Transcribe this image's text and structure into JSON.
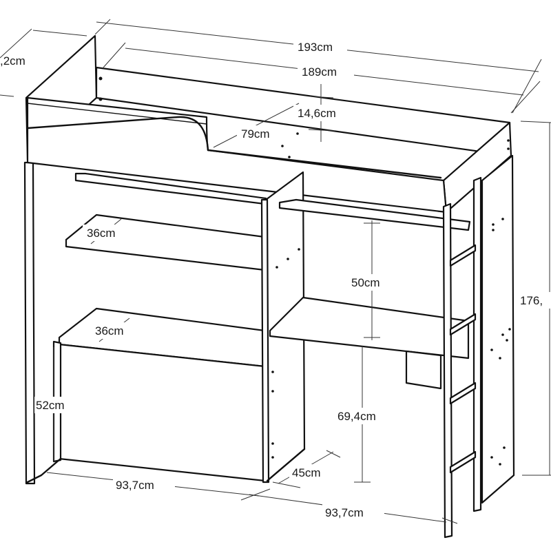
{
  "dimensions": {
    "depth_partial": ",2cm",
    "total_width": "193cm",
    "inner_width": "189cm",
    "guard_height": "14,6cm",
    "opening_width": "79cm",
    "shelf_depth_upper": "36cm",
    "shelf_depth_lower": "36cm",
    "compartment_height": "50cm",
    "cabinet_height": "52cm",
    "desk_height": "69,4cm",
    "desk_depth": "45cm",
    "cabinet_width": "93,7cm",
    "desk_width": "93,7cm",
    "total_height_partial": "176,"
  },
  "colors": {
    "line": "#111111",
    "text": "#1a1a1a",
    "background": "#ffffff"
  }
}
